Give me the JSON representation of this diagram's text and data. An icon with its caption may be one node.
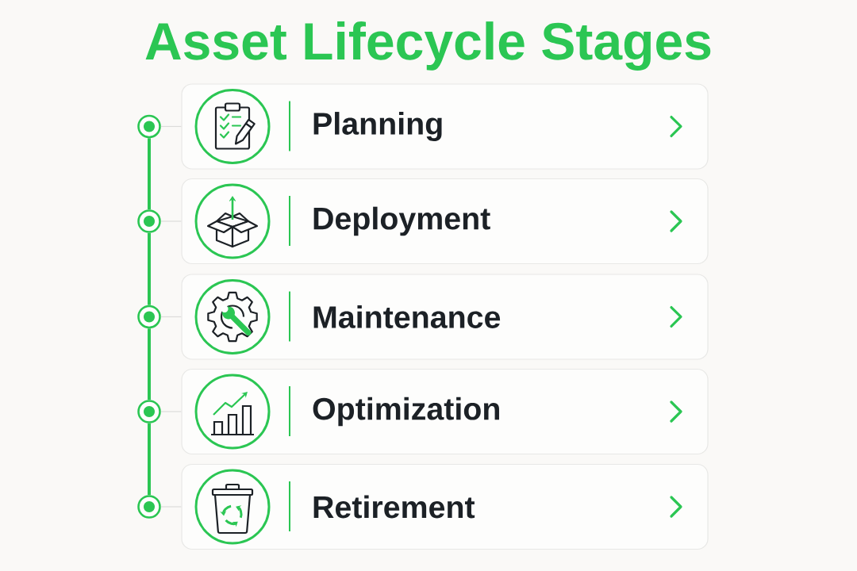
{
  "diagram": {
    "title": "Asset Lifecycle Stages",
    "nodes": [
      {
        "text": [
          "Planning"
        ]
      },
      {
        "text": [
          "Deployment"
        ]
      },
      {
        "text": [
          "Maintenance"
        ]
      },
      {
        "text": [
          "Optimization"
        ]
      },
      {
        "text": [
          "Retirement"
        ]
      },
      {
        "text": [],
        "shape": "circle"
      },
      {
        "text": [],
        "shape": "circle"
      },
      {
        "text": [],
        "shape": "circle"
      },
      {
        "text": [],
        "shape": "circle"
      },
      {
        "text": [],
        "shape": "circle"
      }
    ],
    "edges": [
      {
        "from": 5,
        "to": 0,
        "arrow": "none"
      },
      {
        "from": 6,
        "to": 1,
        "arrow": "none"
      },
      {
        "from": 7,
        "to": 2,
        "arrow": "none"
      },
      {
        "from": 8,
        "to": 3,
        "arrow": "none"
      },
      {
        "from": 9,
        "to": 4,
        "arrow": "none"
      },
      {
        "from": 5,
        "to": 6,
        "arrow": "none",
        "style": "thick",
        "color": "#2bc653"
      },
      {
        "from": 6,
        "to": 7,
        "arrow": "none",
        "style": "thick",
        "color": "#2bc653"
      },
      {
        "from": 7,
        "to": 8,
        "arrow": "none",
        "style": "thick",
        "color": "#2bc653"
      },
      {
        "from": 8,
        "to": 9,
        "arrow": "none",
        "style": "thick",
        "color": "#2bc653"
      }
    ]
  }
}
